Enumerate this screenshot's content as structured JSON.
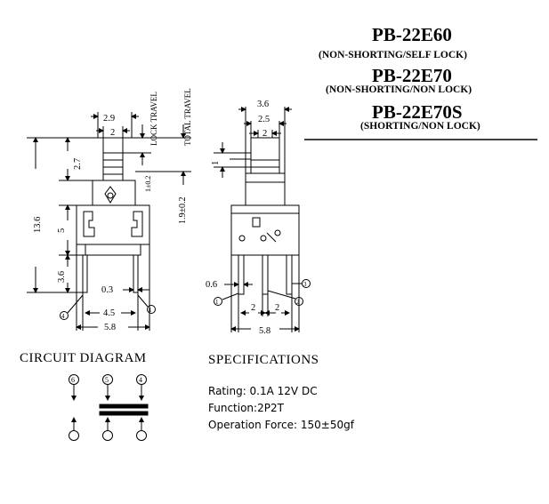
{
  "models": [
    {
      "name": "PB-22E60",
      "type": "(NON-SHORTING/SELF LOCK)"
    },
    {
      "name": "PB-22E70",
      "type": "(NON-SHORTING/NON LOCK)"
    },
    {
      "name": "PB-22E70S",
      "type": "(SHORTING/NON LOCK)"
    }
  ],
  "sections": {
    "circuit_title": "CIRCUIT DIAGRAM",
    "spec_title": "SPECIFICATIONS"
  },
  "specifications": [
    "Rating: 0.1A 12V DC",
    "Function:2P2T",
    "Operation Force: 150±50gf"
  ],
  "front_view": {
    "dims": {
      "w_top": "2.9",
      "w_cap": "2",
      "cap_h": "2.7",
      "total_h": "13.6",
      "body_h": "5",
      "pin_h": "3.6",
      "pin_w": "0.3",
      "pitch": "4.5",
      "body_w": "5.8",
      "lock_travel_val": "1±0.2",
      "total_travel_val": "1.9±0.2"
    },
    "labels": {
      "lock_travel": "LOCK TRAVEL",
      "total_travel": "TOTAL TRAVEL"
    },
    "pins": [
      "4",
      "1"
    ]
  },
  "side_view": {
    "dims": {
      "w_top": "3.6",
      "w_mid": "2.5",
      "w_cap": "2",
      "w_small": "1",
      "pin_t": "0.6",
      "pitch_a": "2",
      "pitch_b": "2",
      "body_w": "5.8"
    },
    "pins": [
      "1",
      "2",
      "3"
    ]
  },
  "circuit": {
    "top_pins": [
      "6",
      "5",
      "4"
    ]
  }
}
